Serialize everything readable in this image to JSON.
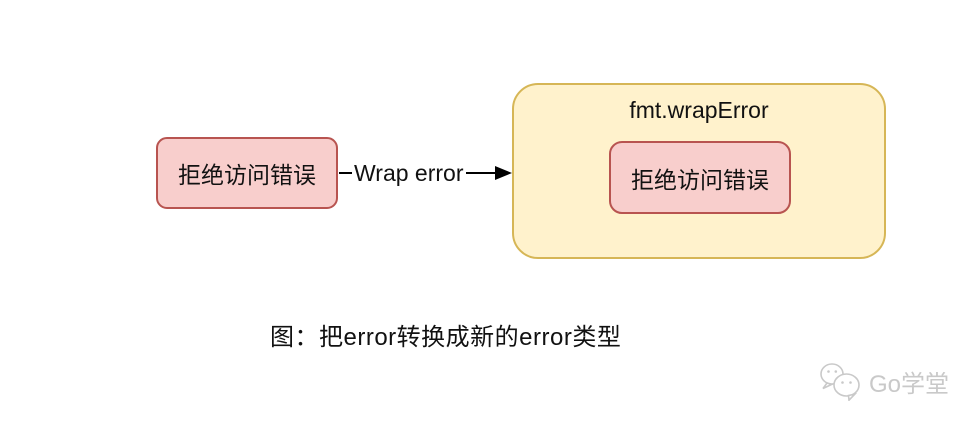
{
  "diagram": {
    "source_error_label": "拒绝访问错误",
    "arrow_label": "Wrap error",
    "wrapper_title": "fmt.wrapError",
    "wrapped_error_label": "拒绝访问错误",
    "caption": "图：把error转换成新的error类型"
  },
  "watermark": {
    "brand": "Go学堂",
    "icon": "wechat-icon"
  },
  "colors": {
    "background": "#FFFFFF",
    "error_box_fill": "#F8CECC",
    "error_box_border": "#B85450",
    "wrapper_fill": "#FFF2CC",
    "wrapper_border": "#D6B656",
    "arrow": "#000000",
    "text": "#111111",
    "watermark": "#C9C9C9"
  }
}
